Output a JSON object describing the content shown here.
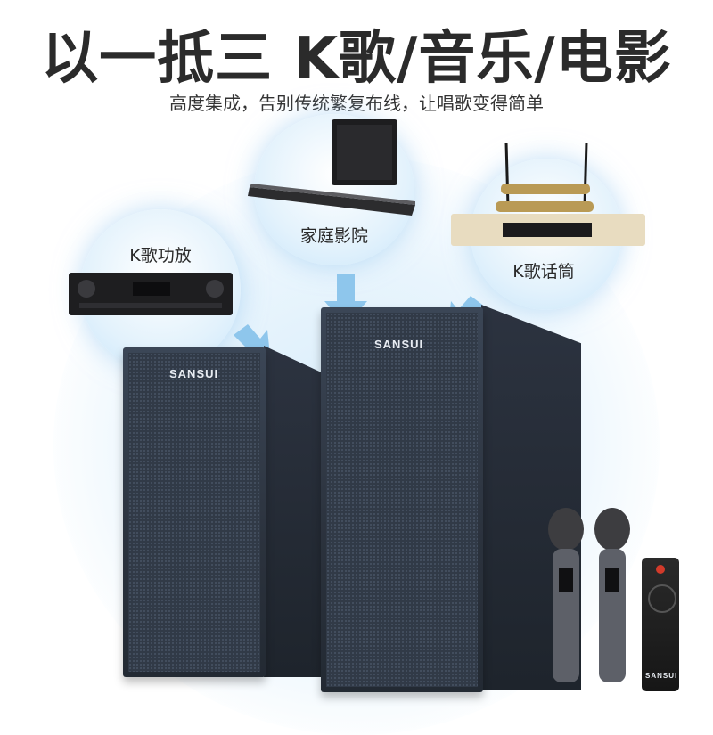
{
  "headline": "以一抵三 K歌/音乐/电影",
  "subline": "高度集成，告别传统繁复布线，让唱歌变得简单",
  "features": {
    "karaoke_amp": "K歌功放",
    "home_theater": "家庭影院",
    "karaoke_mic": "K歌话筒"
  },
  "brand": "SANSUI",
  "colors": {
    "headline": "#2b2b2b",
    "bubble": "#c9e6fa",
    "arrow": "#8ec6ec",
    "speaker": "#2b323d"
  }
}
